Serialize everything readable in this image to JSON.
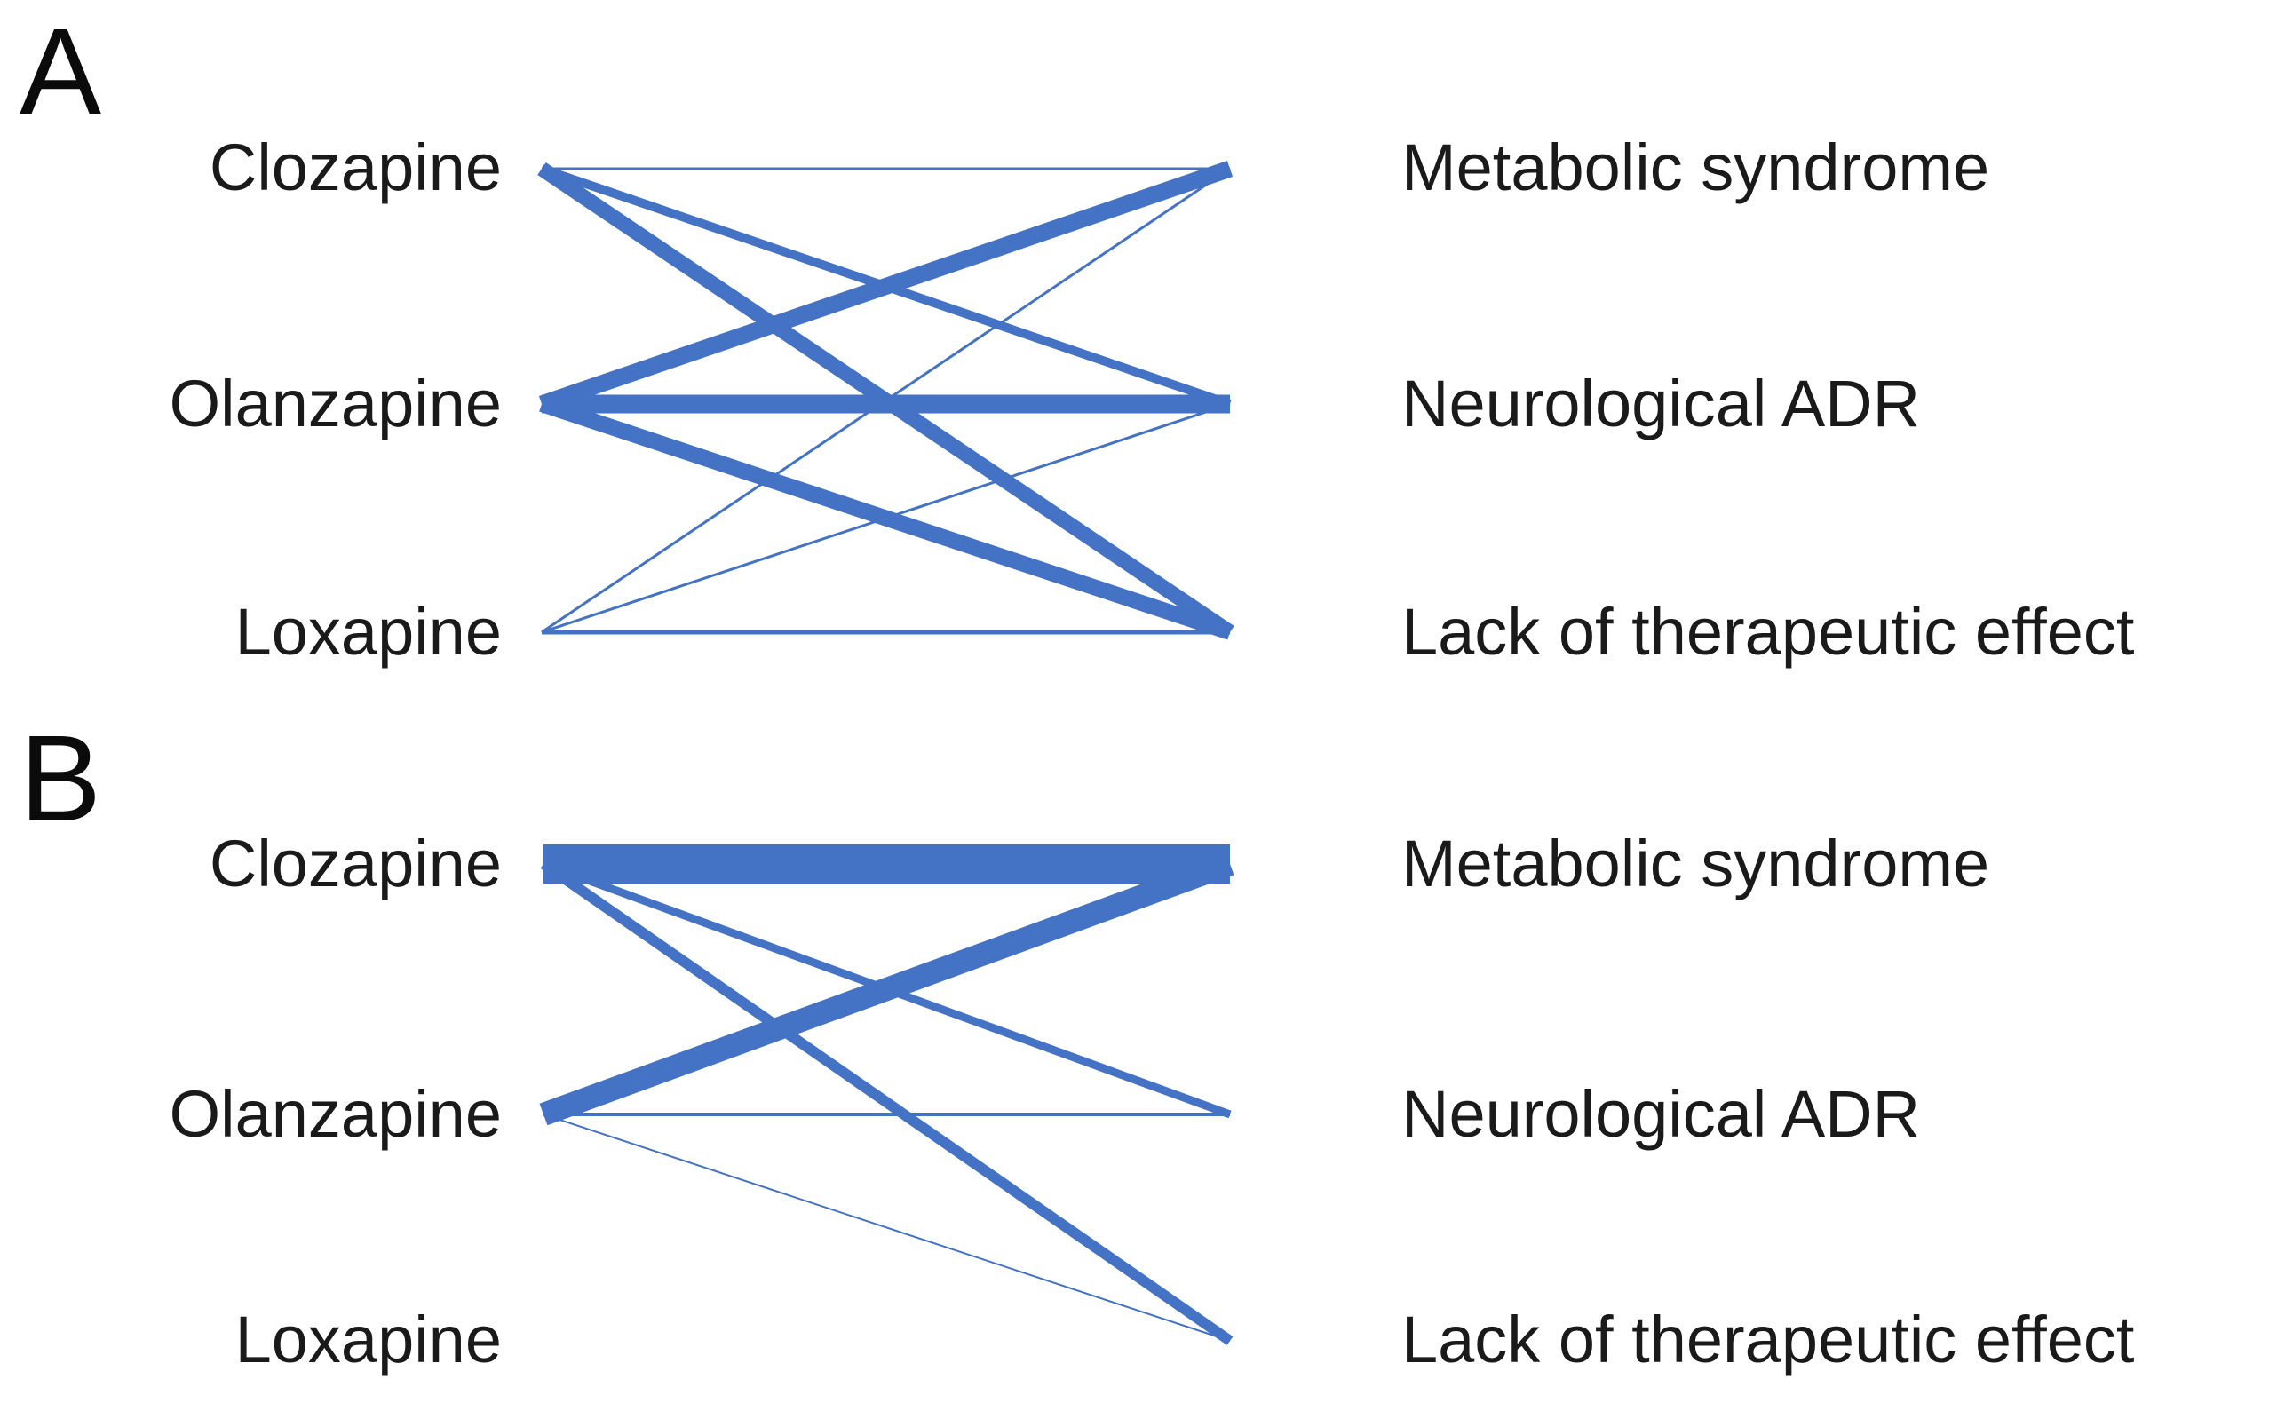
{
  "figure": {
    "background_color": "#FFFFFF",
    "edge_color": "#4472C4",
    "text_color": "#1A1A1A",
    "description": "Two-panel bipartite (Sankey-like) diagram linking antipsychotic drugs to adverse drug reaction categories; edge thickness encodes association strength."
  },
  "panels": [
    {
      "id": "A",
      "letter": "A",
      "left_nodes": [
        {
          "key": "clozapine",
          "label": "Clozapine"
        },
        {
          "key": "olanzapine",
          "label": "Olanzapine"
        },
        {
          "key": "loxapine",
          "label": "Loxapine"
        }
      ],
      "right_nodes": [
        {
          "key": "metabolic",
          "label": "Metabolic syndrome"
        },
        {
          "key": "neurological",
          "label": "Neurological ADR"
        },
        {
          "key": "lack",
          "label": "Lack of therapeutic effect"
        }
      ]
    },
    {
      "id": "B",
      "letter": "B",
      "left_nodes": [
        {
          "key": "clozapine",
          "label": "Clozapine"
        },
        {
          "key": "olanzapine",
          "label": "Olanzapine"
        },
        {
          "key": "loxapine",
          "label": "Loxapine"
        }
      ],
      "right_nodes": [
        {
          "key": "metabolic",
          "label": "Metabolic syndrome"
        },
        {
          "key": "neurological",
          "label": "Neurological ADR"
        },
        {
          "key": "lack",
          "label": "Lack of therapeutic effect"
        }
      ]
    }
  ],
  "chart_data": [
    {
      "type": "bipartite-flow",
      "panel": "A",
      "title": "A",
      "source_nodes": [
        "Clozapine",
        "Olanzapine",
        "Loxapine"
      ],
      "target_nodes": [
        "Metabolic syndrome",
        "Neurological ADR",
        "Lack of therapeutic effect"
      ],
      "value_units": "relative edge thickness (px)",
      "links": [
        {
          "source": "Clozapine",
          "target": "Metabolic syndrome",
          "width": 3
        },
        {
          "source": "Clozapine",
          "target": "Neurological ADR",
          "width": 10
        },
        {
          "source": "Clozapine",
          "target": "Lack of therapeutic effect",
          "width": 17
        },
        {
          "source": "Olanzapine",
          "target": "Metabolic syndrome",
          "width": 19
        },
        {
          "source": "Olanzapine",
          "target": "Neurological ADR",
          "width": 21
        },
        {
          "source": "Olanzapine",
          "target": "Lack of therapeutic effect",
          "width": 18
        },
        {
          "source": "Loxapine",
          "target": "Metabolic syndrome",
          "width": 3
        },
        {
          "source": "Loxapine",
          "target": "Neurological ADR",
          "width": 3
        },
        {
          "source": "Loxapine",
          "target": "Lack of therapeutic effect",
          "width": 5
        }
      ],
      "legend": "none",
      "grid": false
    },
    {
      "type": "bipartite-flow",
      "panel": "B",
      "title": "B",
      "source_nodes": [
        "Clozapine",
        "Olanzapine",
        "Loxapine"
      ],
      "target_nodes": [
        "Metabolic syndrome",
        "Neurological ADR",
        "Lack of therapeutic effect"
      ],
      "value_units": "relative edge thickness (px)",
      "links": [
        {
          "source": "Clozapine",
          "target": "Metabolic syndrome",
          "width": 44
        },
        {
          "source": "Clozapine",
          "target": "Neurological ADR",
          "width": 9
        },
        {
          "source": "Clozapine",
          "target": "Lack of therapeutic effect",
          "width": 12
        },
        {
          "source": "Olanzapine",
          "target": "Metabolic syndrome",
          "width": 26
        },
        {
          "source": "Olanzapine",
          "target": "Neurological ADR",
          "width": 4
        },
        {
          "source": "Olanzapine",
          "target": "Lack of therapeutic effect",
          "width": 2
        }
      ],
      "legend": "none",
      "grid": false
    }
  ]
}
